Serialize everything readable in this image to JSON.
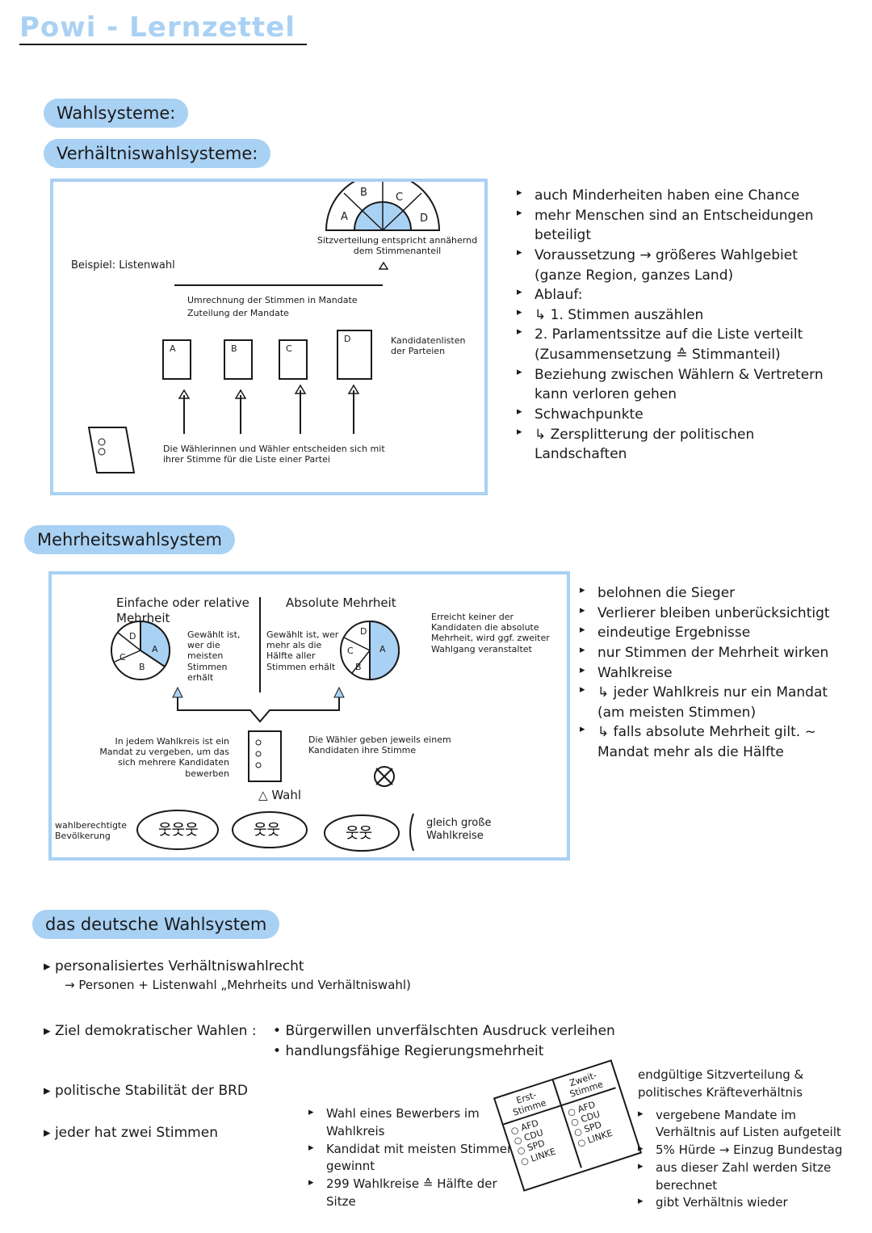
{
  "page_title": "Powi - Lernzettel",
  "section1": {
    "heading": "Wahlsysteme:",
    "subheading": "Verhältniswahlsysteme:",
    "diagram": {
      "example": "Beispiel: Listenwahl",
      "seat_labels": [
        "A",
        "B",
        "C",
        "D"
      ],
      "seat_caption": "Sitzverteilung entspricht annähernd dem Stimmenanteil",
      "conversion": "Umrechnung der Stimmen in Mandate",
      "allocation": "Zuteilung der Mandate",
      "list_headers": [
        "A",
        "B",
        "C",
        "D"
      ],
      "lists_caption": "Kandidatenlisten der Parteien",
      "voters_caption": "Die Wählerinnen und Wähler entscheiden sich mit ihrer Stimme für die Liste einer Partei"
    },
    "notes": [
      {
        "text": "auch Minderheiten haben eine Chance"
      },
      {
        "text": "mehr Menschen sind an Entscheidungen beteiligt"
      },
      {
        "text": "Voraussetzung → größeres Wahlgebiet (ganze Region, ganzes Land)"
      },
      {
        "text": "Ablauf:"
      },
      {
        "text": "↳ 1. Stimmen auszählen",
        "sub": true
      },
      {
        "text": "2. Parlamentssitze auf die Liste verteilt (Zusammensetzung ≙ Stimmanteil)",
        "sub": true
      },
      {
        "text": "Beziehung zwischen Wählern & Vertretern kann verloren gehen"
      },
      {
        "text": "Schwachpunkte"
      },
      {
        "text": "↳ Zersplitterung der politischen Landschaften",
        "sub": true
      }
    ]
  },
  "section2": {
    "heading": "Mehrheitswahlsystem",
    "diagram": {
      "simple_title": "Einfache oder relative Mehrheit",
      "simple_desc": "Gewählt ist, wer die meisten Stimmen erhält",
      "absolute_title": "Absolute Mehrheit",
      "absolute_desc": "Gewählt ist, wer mehr als die Hälfte aller Stimmen erhält",
      "runoff_note": "Erreicht keiner der Kandidaten die absolute Mehrheit, wird ggf. zweiter Wahlgang veranstaltet",
      "pie_labels": [
        "A",
        "B",
        "C",
        "D"
      ],
      "district_note": "In jedem Wahlkreis ist ein Mandat zu vergeben, um das sich mehrere Kandidaten bewerben",
      "voters_note": "Die Wähler geben jeweils einem Kandidaten ihre Stimme",
      "vote_label": "Wahl",
      "population": "wahlberechtigte Bevölkerung",
      "districts": "gleich große Wahlkreise"
    },
    "notes": [
      {
        "text": "belohnen die Sieger"
      },
      {
        "text": "Verlierer bleiben unberücksichtigt"
      },
      {
        "text": "eindeutige Ergebnisse"
      },
      {
        "text": "nur Stimmen der Mehrheit wirken"
      },
      {
        "text": "Wahlkreise"
      },
      {
        "text": "↳ jeder Wahlkreis nur ein Mandat (am meisten Stimmen)",
        "sub": true
      },
      {
        "text": "↳ falls absolute Mehrheit gilt. ~ Mandat mehr als die Hälfte",
        "sub": true
      }
    ]
  },
  "section3": {
    "heading": "das deutsche Wahlsystem",
    "line1": "personalisiertes Verhältniswahlrecht",
    "line1_sub": "→ Personen + Listenwahl „Mehrheits und Verhältniswahl)",
    "goal_label": "Ziel demokratischer Wahlen :",
    "goals": [
      "Bürgerwillen unverfälschten Ausdruck verleihen",
      "handlungsfähige Regierungsmehrheit"
    ],
    "stability_text": "politische Stabilität der ",
    "stability_flag": "BRD",
    "two_votes": "jeder hat zwei Stimmen",
    "first_vote_notes": [
      "Wahl eines Bewerbers im Wahlkreis",
      "Kandidat mit meisten Stimmen gewinnt",
      "299 Wahlkreise ≙ Hälfte der Sitze"
    ],
    "ballot": {
      "first_header": "Erst-Stimme",
      "second_header": "Zweit-Stimme",
      "parties": [
        "AFD",
        "CDU",
        "SPD",
        "LINKE"
      ]
    },
    "second_vote_title": "endgültige Sitzverteilung & politisches Kräfteverhältnis",
    "second_vote_notes": [
      "vergebene Mandate im Verhältnis auf Listen aufgeteilt",
      "5% Hürde → Einzug Bundestag",
      "aus dieser Zahl werden Sitze berechnet",
      "gibt Verhältnis wieder"
    ]
  }
}
